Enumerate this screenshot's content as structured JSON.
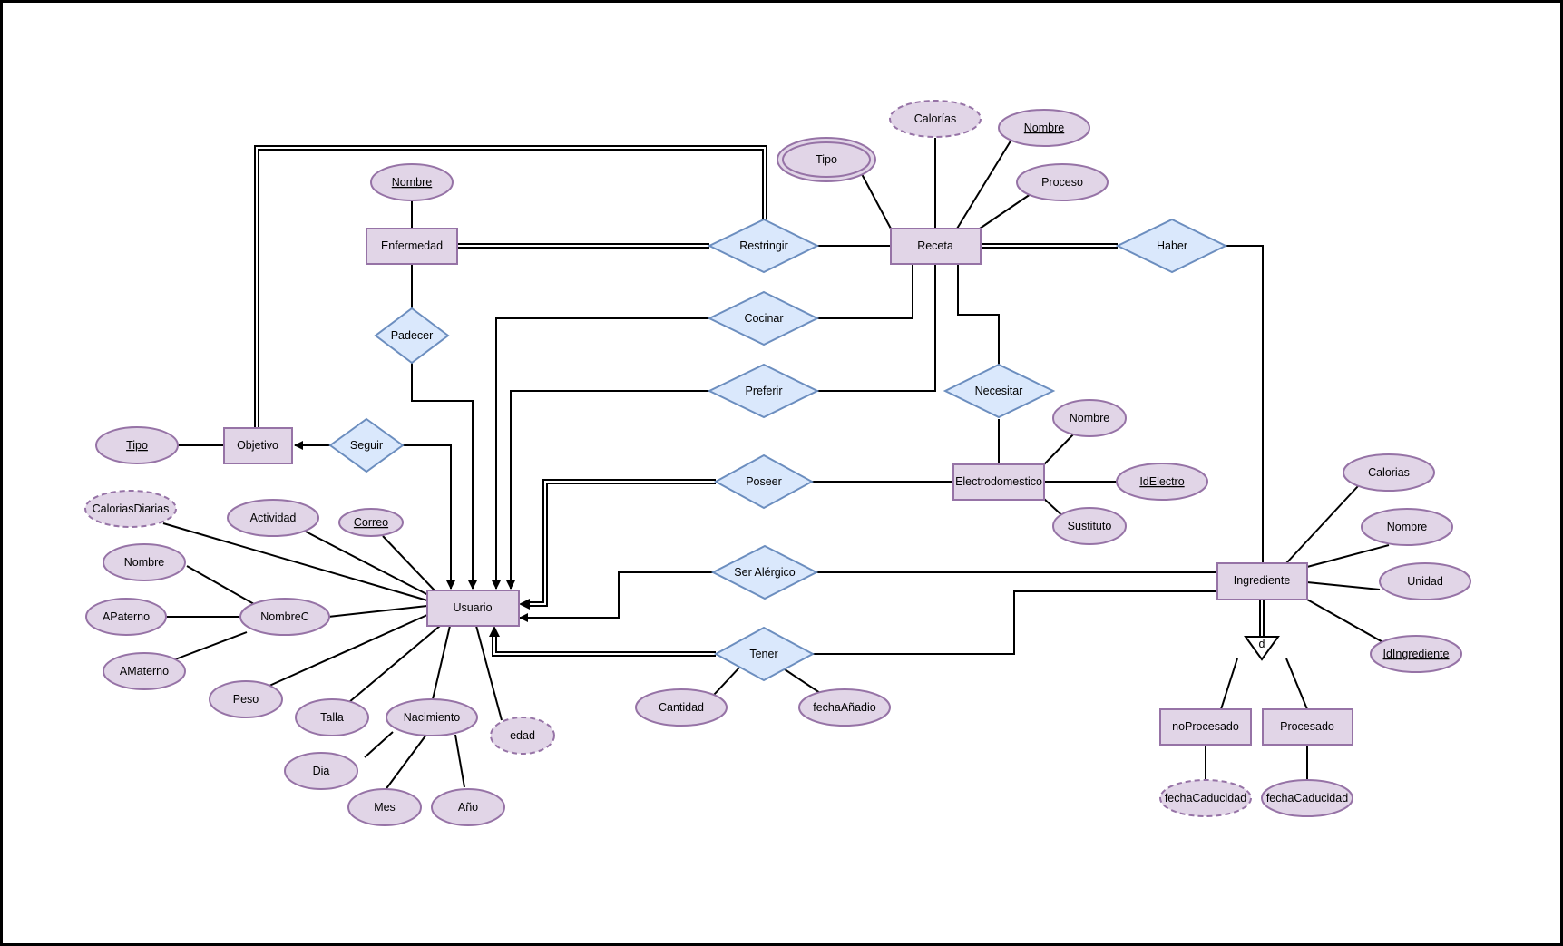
{
  "diagram": {
    "colors": {
      "border": "#000000",
      "entity_fill": "#e1d5e7",
      "entity_stroke": "#9673a6",
      "relation_fill": "#dae8fc",
      "relation_stroke": "#6c8ebf",
      "line": "#000000"
    },
    "entities": {
      "receta": "Receta",
      "enfermedad": "Enfermedad",
      "objetivo": "Objetivo",
      "usuario": "Usuario",
      "electrodomestico": "Electrodomestico",
      "ingrediente": "Ingrediente",
      "noprocesado": "noProcesado",
      "procesado": "Procesado"
    },
    "relationships": {
      "restringir": "Restringir",
      "haber": "Haber",
      "cocinar": "Cocinar",
      "padecer": "Padecer",
      "preferir": "Preferir",
      "necesitar": "Necesitar",
      "seguir": "Seguir",
      "poseer": "Poseer",
      "ser_alergico": "Ser Alérgico",
      "tener": "Tener"
    },
    "attributes": {
      "receta_calorias": "Calorías",
      "receta_nombre": "Nombre",
      "receta_tipo": "Tipo",
      "receta_proceso": "Proceso",
      "enfermedad_nombre": "Nombre",
      "objetivo_tipo": "Tipo",
      "electro_nombre": "Nombre",
      "electro_id": "IdElectro",
      "electro_sustituto": "Sustituto",
      "ingr_calorias": "Calorias",
      "ingr_nombre": "Nombre",
      "ingr_unidad": "Unidad",
      "ingr_id": "IdIngrediente",
      "usuario_calorias_diarias": "CaloriasDiarias",
      "usuario_actividad": "Actividad",
      "usuario_correo": "Correo",
      "usuario_nombre": "Nombre",
      "usuario_nombrec": "NombreC",
      "usuario_apaterno": "APaterno",
      "usuario_amaterno": "AMaterno",
      "usuario_peso": "Peso",
      "usuario_talla": "Talla",
      "usuario_nacimiento": "Nacimiento",
      "usuario_edad": "edad",
      "nac_dia": "Dia",
      "nac_mes": "Mes",
      "nac_anio": "Año",
      "tener_cantidad": "Cantidad",
      "tener_fecha": "fechaAñadio",
      "noproc_fecha": "fechaCaducidad",
      "proc_fecha": "fechaCaducidad"
    },
    "specialization_label": "d"
  }
}
